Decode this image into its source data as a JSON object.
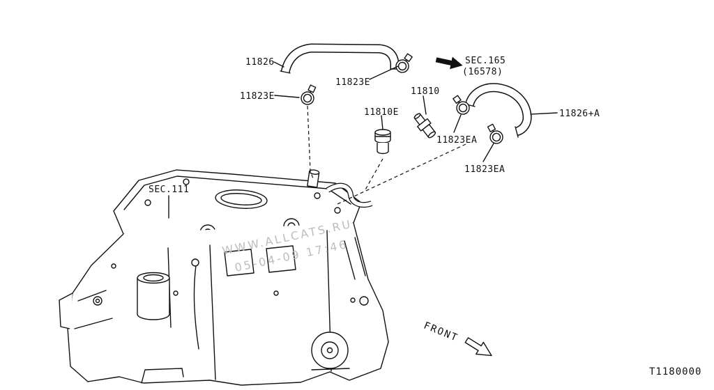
{
  "colors": {
    "ink": "#111111",
    "background": "#ffffff",
    "watermark": "#bdbdbd"
  },
  "labels": {
    "hose_top": "11826",
    "sec165_title": "SEC.165",
    "sec165_ref": "(16578)",
    "clamp_top": "11823E",
    "clamp_left": "11823E",
    "pcv_valve": "11810",
    "grommet": "11810E",
    "hose_right": "11826+A",
    "clamp_right_upper": "11823EA",
    "clamp_right_lower": "11823EA",
    "sec111_title": "SEC.111",
    "front": "FRONT",
    "drawing_code": "T1180000"
  },
  "watermark": {
    "line1": "WWW.ALLCATS.RU",
    "line2": "05-04-09 17:46"
  }
}
